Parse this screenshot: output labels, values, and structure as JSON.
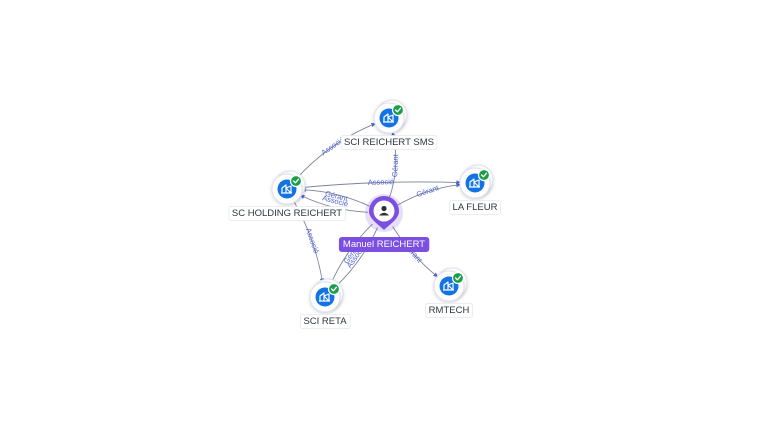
{
  "colors": {
    "company": "#1273e6",
    "check": "#1a9e4a",
    "person": "#7b4fe0",
    "edge_label": "#4f63d2"
  },
  "icons": {
    "company": "building-icon",
    "verified": "check-badge-icon",
    "person": "person-icon"
  },
  "person": {
    "name": "Manuel REICHERT"
  },
  "nodes": [
    {
      "id": "sms",
      "label": "SCI REICHERT SMS"
    },
    {
      "id": "holding",
      "label": "SC HOLDING REICHERT"
    },
    {
      "id": "fleur",
      "label": "LA FLEUR"
    },
    {
      "id": "reta",
      "label": "SCI RETA"
    },
    {
      "id": "rmtech",
      "label": "RMTECH"
    }
  ],
  "edges": [
    {
      "from": "holding",
      "to": "sms",
      "label": "Associé"
    },
    {
      "from": "holding",
      "to": "fleur",
      "label": "Associé"
    },
    {
      "from": "holding",
      "to": "reta",
      "label": "Associé"
    },
    {
      "from": "person",
      "to": "sms",
      "label": "Gérant"
    },
    {
      "from": "person",
      "to": "holding",
      "label": "Gérant"
    },
    {
      "from": "person",
      "to": "holding",
      "label": "Associé"
    },
    {
      "from": "person",
      "to": "fleur",
      "label": "Gérant"
    },
    {
      "from": "person",
      "to": "reta",
      "label": "Gérant"
    },
    {
      "from": "person",
      "to": "reta",
      "label": "Associé"
    },
    {
      "from": "person",
      "to": "rmtech",
      "label": "Gérant"
    }
  ]
}
